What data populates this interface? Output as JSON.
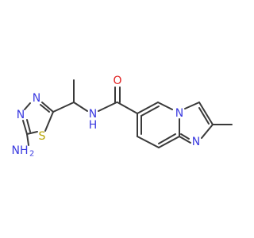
{
  "molecule": {
    "atom_labels": {
      "oxygen": "O",
      "amide_nh": "N",
      "amide_h": "H",
      "ring_n_bridge": "N",
      "ring_n_imine": "N",
      "thiadiazole_n3": "N",
      "thiadiazole_n4": "N",
      "sulfur": "S",
      "amine_n": "NH",
      "amine_sub": "2"
    },
    "colors": {
      "bond": "#3a3a3a",
      "nitrogen": "#3a3ae0",
      "oxygen": "#e02020",
      "sulfur": "#b8a400"
    }
  }
}
